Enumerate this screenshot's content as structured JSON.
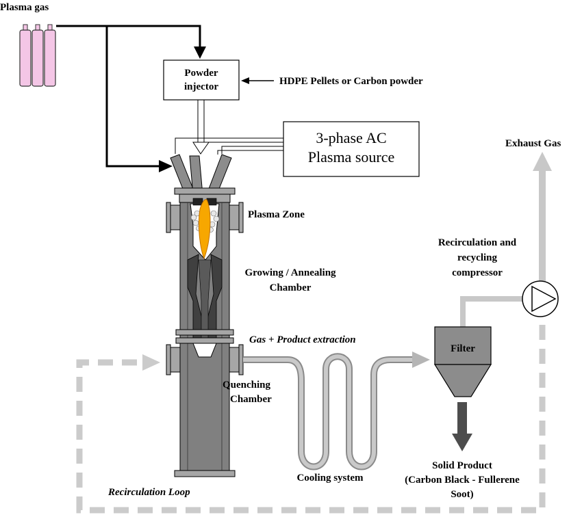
{
  "labels": {
    "plasma_gas": "Plasma gas",
    "powder_injector_line1": "Powder",
    "powder_injector_line2": "injector",
    "feedstock": "HDPE Pellets or Carbon powder",
    "power_source_line1": "3-phase AC",
    "power_source_line2": "Plasma source",
    "exhaust_gas": "Exhaust Gas",
    "plasma_zone": "Plasma Zone",
    "compressor_line1": "Recirculation and",
    "compressor_line2": "recycling",
    "compressor_line3": "compressor",
    "growing_line1": "Growing / Annealing",
    "growing_line2": "Chamber",
    "gas_product_extraction": "Gas + Product extraction",
    "filter": "Filter",
    "quenching_line1": "Quenching",
    "quenching_line2": "Chamber",
    "solid_product_line1": "Solid Product",
    "solid_product_line2": "(Carbon Black - Fullerene",
    "solid_product_line3": "Soot)",
    "cooling_system": "Cooling system",
    "recirculation_loop": "Recirculation Loop"
  },
  "colors": {
    "gas_cylinder": "#f4c6e6",
    "reactor_body": "#808080",
    "reactor_dark": "#404040",
    "flange": "#a6a6a6",
    "plasma_flame": "#f7a700",
    "gas_pipe": "#c0c0c0",
    "recirculation_dash": "#c8c8c8",
    "filter_body": "#8c8c8c",
    "product_arrow": "#4d4d4d"
  }
}
